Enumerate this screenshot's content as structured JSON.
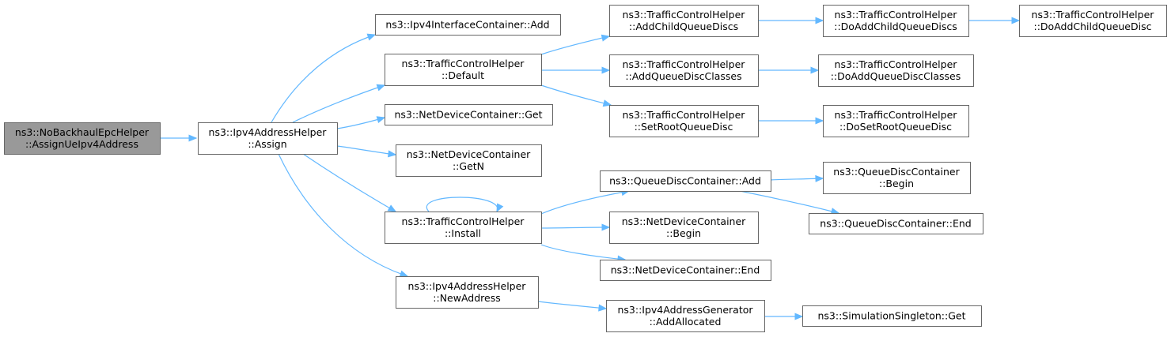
{
  "graph": {
    "colors": {
      "edge": "#63b8ff",
      "node_border": "#666666",
      "root_fill": "#999999",
      "node_fill": "#ffffff"
    },
    "nodes": [
      {
        "id": "n0",
        "lines": [
          "ns3::NoBackhaulEpcHelper",
          "::AssignUeIpv4Address"
        ],
        "root": true
      },
      {
        "id": "n1",
        "lines": [
          "ns3::Ipv4AddressHelper",
          "::Assign"
        ]
      },
      {
        "id": "n2",
        "lines": [
          "ns3::Ipv4InterfaceContainer::Add"
        ]
      },
      {
        "id": "n3",
        "lines": [
          "ns3::TrafficControlHelper",
          "::Default"
        ]
      },
      {
        "id": "n4",
        "lines": [
          "ns3::NetDeviceContainer::Get"
        ]
      },
      {
        "id": "n5",
        "lines": [
          "ns3::NetDeviceContainer",
          "::GetN"
        ]
      },
      {
        "id": "n6",
        "lines": [
          "ns3::TrafficControlHelper",
          "::Install"
        ]
      },
      {
        "id": "n7",
        "lines": [
          "ns3::Ipv4AddressHelper",
          "::NewAddress"
        ]
      },
      {
        "id": "n8",
        "lines": [
          "ns3::TrafficControlHelper",
          "::AddChildQueueDiscs"
        ]
      },
      {
        "id": "n9",
        "lines": [
          "ns3::TrafficControlHelper",
          "::AddQueueDiscClasses"
        ]
      },
      {
        "id": "n10",
        "lines": [
          "ns3::TrafficControlHelper",
          "::SetRootQueueDisc"
        ]
      },
      {
        "id": "n11",
        "lines": [
          "ns3::QueueDiscContainer::Add"
        ]
      },
      {
        "id": "n12",
        "lines": [
          "ns3::NetDeviceContainer",
          "::Begin"
        ]
      },
      {
        "id": "n13",
        "lines": [
          "ns3::NetDeviceContainer::End"
        ]
      },
      {
        "id": "n14",
        "lines": [
          "ns3::Ipv4AddressGenerator",
          "::AddAllocated"
        ]
      },
      {
        "id": "n15",
        "lines": [
          "ns3::TrafficControlHelper",
          "::DoAddChildQueueDiscs"
        ]
      },
      {
        "id": "n16",
        "lines": [
          "ns3::TrafficControlHelper",
          "::DoAddQueueDiscClasses"
        ]
      },
      {
        "id": "n17",
        "lines": [
          "ns3::TrafficControlHelper",
          "::DoSetRootQueueDisc"
        ]
      },
      {
        "id": "n18",
        "lines": [
          "ns3::QueueDiscContainer",
          "::Begin"
        ]
      },
      {
        "id": "n19",
        "lines": [
          "ns3::QueueDiscContainer::End"
        ]
      },
      {
        "id": "n20",
        "lines": [
          "ns3::SimulationSingleton::Get"
        ]
      },
      {
        "id": "n21",
        "lines": [
          "ns3::TrafficControlHelper",
          "::DoAddChildQueueDisc"
        ]
      }
    ],
    "edges": [
      [
        "n0",
        "n1"
      ],
      [
        "n1",
        "n2"
      ],
      [
        "n1",
        "n3"
      ],
      [
        "n1",
        "n4"
      ],
      [
        "n1",
        "n5"
      ],
      [
        "n1",
        "n6"
      ],
      [
        "n1",
        "n7"
      ],
      [
        "n3",
        "n8"
      ],
      [
        "n3",
        "n9"
      ],
      [
        "n3",
        "n10"
      ],
      [
        "n6",
        "n6"
      ],
      [
        "n6",
        "n11"
      ],
      [
        "n6",
        "n12"
      ],
      [
        "n6",
        "n13"
      ],
      [
        "n7",
        "n14"
      ],
      [
        "n8",
        "n15"
      ],
      [
        "n9",
        "n16"
      ],
      [
        "n10",
        "n17"
      ],
      [
        "n11",
        "n18"
      ],
      [
        "n11",
        "n19"
      ],
      [
        "n14",
        "n20"
      ],
      [
        "n15",
        "n21"
      ]
    ]
  }
}
